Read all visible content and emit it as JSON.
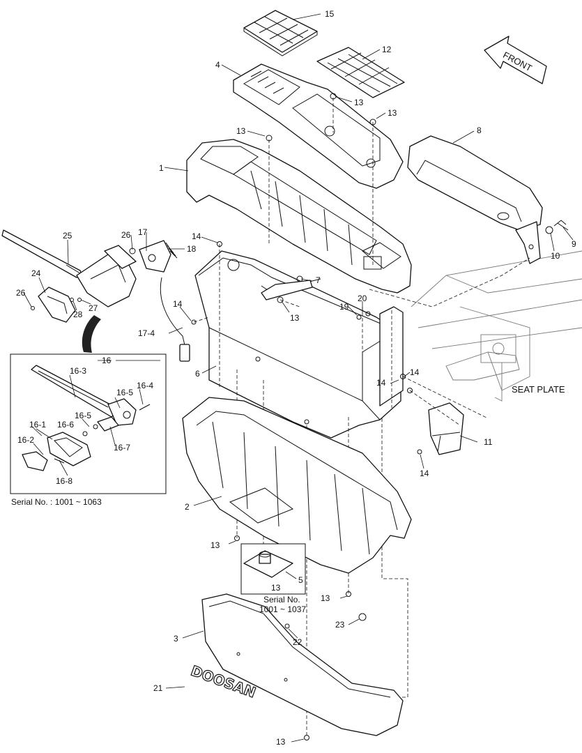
{
  "labels": {
    "p15": "15",
    "p12": "12",
    "p4": "4",
    "p13a": "13",
    "p13b": "13",
    "p13c": "13",
    "p8": "8",
    "p1": "1",
    "p26a": "26",
    "p17": "17",
    "p25": "25",
    "p18": "18",
    "p14a": "14",
    "p9": "9",
    "p10": "10",
    "p24": "24",
    "p7": "7",
    "p26b": "26",
    "p28": "28",
    "p27": "27",
    "p14b": "14",
    "p20": "20",
    "p19": "19",
    "p13d": "13",
    "p17_4": "17-4",
    "p6": "6",
    "p16": "16",
    "p16_3": "16-3",
    "p16_4": "16-4",
    "p16_5a": "16-5",
    "p16_5b": "16-5",
    "p16_1": "16-1",
    "p16_6": "16-6",
    "p16_7": "16-7",
    "p16_2": "16-2",
    "p16_8": "16-8",
    "p14c": "14",
    "p14d": "14",
    "p11": "11",
    "p14e": "14",
    "p2": "2",
    "p13e": "13",
    "p5": "5",
    "p13f": "13",
    "p13g": "13",
    "p23": "23",
    "p3": "3",
    "p22": "22",
    "p21": "21",
    "p13h": "13"
  },
  "text": {
    "front": "FRONT",
    "seat_plate": "SEAT PLATE",
    "serial_inset": "Serial No. : 1001 ~ 1063",
    "serial_box_line1": "Serial No.",
    "serial_box_line2": "1001 ~ 1037",
    "brand": "DOOSAN"
  }
}
